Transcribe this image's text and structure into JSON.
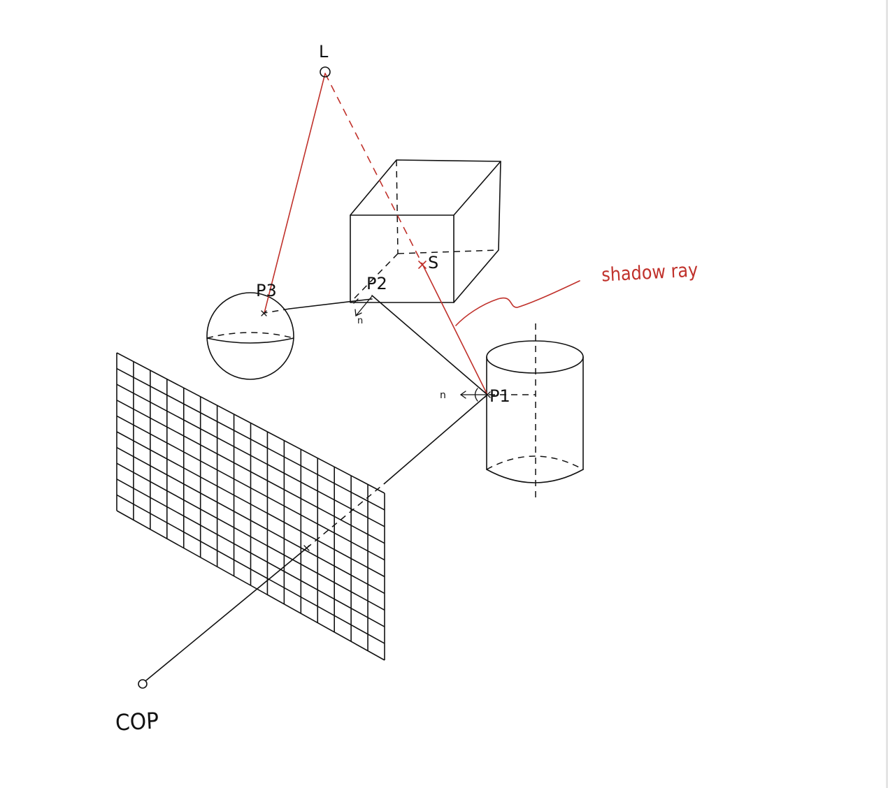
{
  "labels": {
    "light": "L",
    "shadow_point": "S",
    "p1": "P1",
    "p2": "P2",
    "p3": "P3",
    "cop": "COP",
    "normal_p1": "n",
    "normal_p2": "n",
    "shadow_ray": "shadow ray"
  },
  "colors": {
    "ink": "#111111",
    "shadow_ray": "#c0312b",
    "background": "#ffffff"
  }
}
